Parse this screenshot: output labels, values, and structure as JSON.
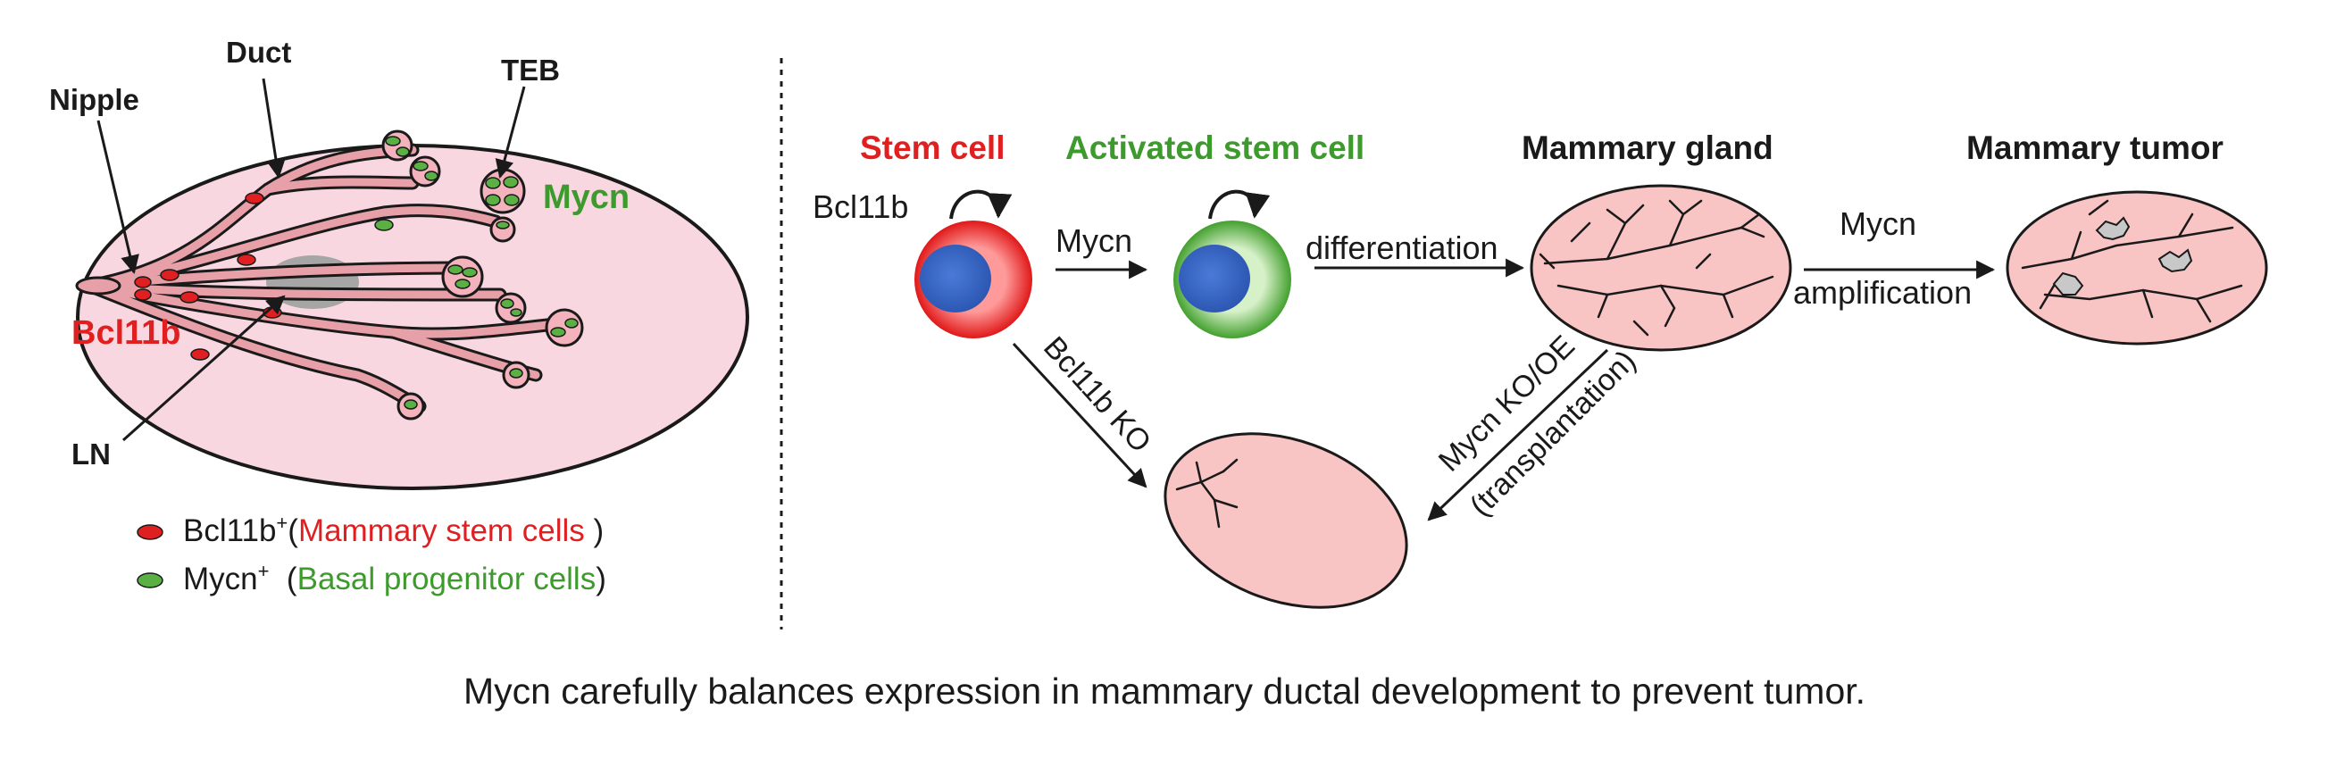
{
  "left_panel": {
    "labels": {
      "nipple": "Nipple",
      "duct": "Duct",
      "teb": "TEB",
      "mycn": "Mycn",
      "bcl11b": "Bcl11b",
      "ln": "LN"
    },
    "legend": [
      {
        "marker": "Bcl11b",
        "sup": "+",
        "open": "(",
        "desc": "Mammary stem cells",
        "close": " )",
        "color": "#e02020"
      },
      {
        "marker": "Mycn",
        "sup": "+",
        "open": "  (",
        "desc": "Basal progenitor cells",
        "close": ")",
        "color": "#4fa83a"
      }
    ]
  },
  "right_panel": {
    "stages": {
      "stem_cell": "Stem cell",
      "activated": "Activated stem cell",
      "gland": "Mammary gland",
      "tumor": "Mammary tumor"
    },
    "labels": {
      "bcl11b": "Bcl11b",
      "mycn_arrow": "Mycn",
      "differentiation": "differentiation",
      "mycn_top": "Mycn",
      "amplification": "amplification",
      "bcl11b_ko": "Bcl11b KO",
      "mycn_ko_oe": "Mycn KO/OE",
      "transplantation": "(transplantation)"
    }
  },
  "caption": "Mycn carefully balances expression in mammary ductal development to prevent tumor.",
  "colors": {
    "red": "#e02020",
    "green": "#3d9a2c",
    "pink_fill": "#f8d7e0",
    "gland_fill": "#f9c4c4",
    "nucleus": "#3060c0",
    "text": "#1a1a1a"
  }
}
